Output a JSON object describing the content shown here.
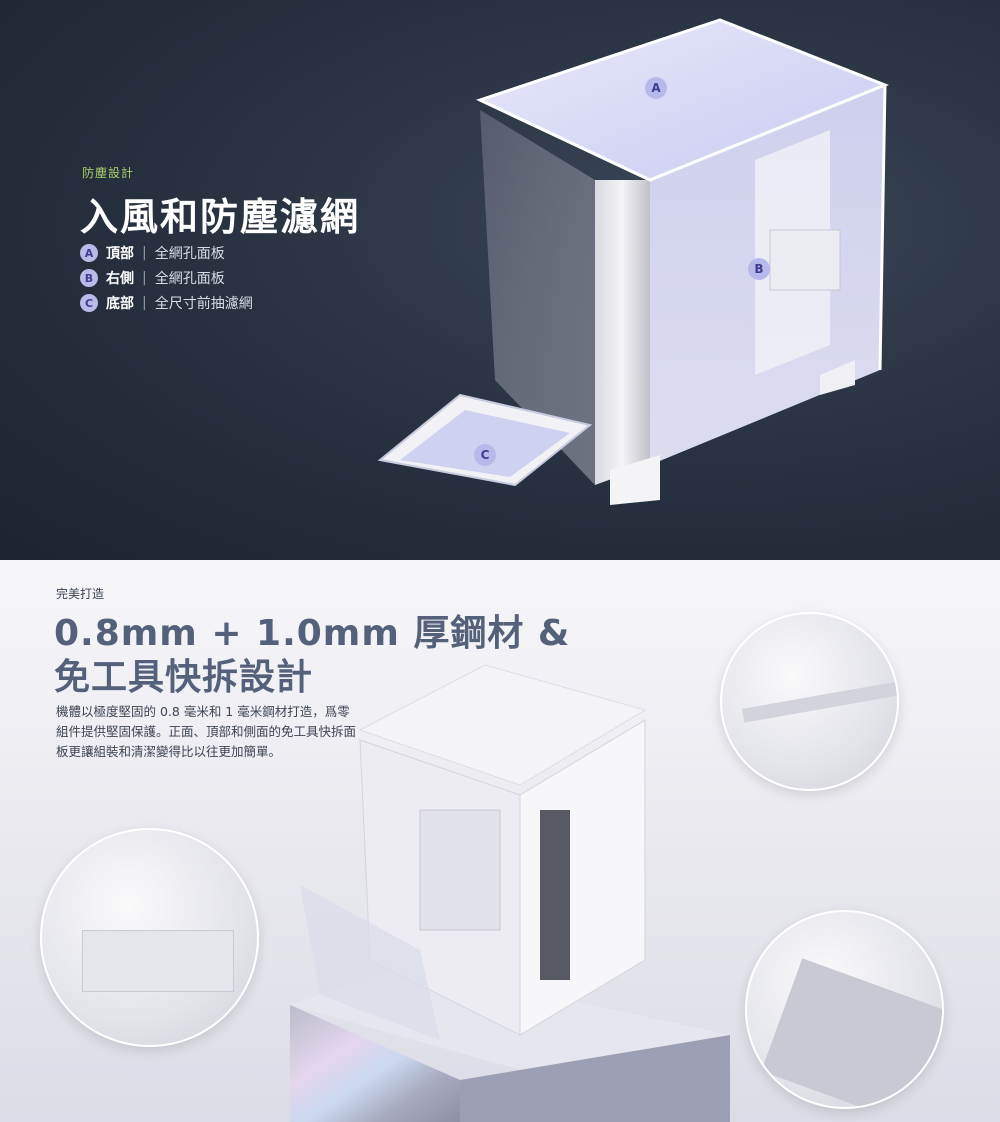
{
  "section1": {
    "eyebrow": "防塵設計",
    "title": "入風和防塵濾網",
    "features": [
      {
        "badge": "A",
        "name": "頂部",
        "sep": "|",
        "desc": "全網孔面板"
      },
      {
        "badge": "B",
        "name": "右側",
        "sep": "|",
        "desc": "全網孔面板"
      },
      {
        "badge": "C",
        "name": "底部",
        "sep": "|",
        "desc": "全尺寸前抽濾網"
      }
    ],
    "markers": [
      "A",
      "B",
      "C"
    ]
  },
  "section2": {
    "eyebrow": "完美打造",
    "title_line1": "0.8mm + 1.0mm 厚鋼材 &",
    "title_line2": "免工具快拆設計",
    "body": "機體以極度堅固的 0.8 毫米和 1 毫米鋼材打造，爲零組件提供堅固保護。正面、頂部和側面的免工具快拆面板更讓組裝和清潔變得比以往更加簡單。"
  },
  "colors": {
    "accent_green": "#a9d06b",
    "badge_bg": "#b8bbe8",
    "badge_text": "#3a3f8f",
    "title2": "#55607a"
  }
}
